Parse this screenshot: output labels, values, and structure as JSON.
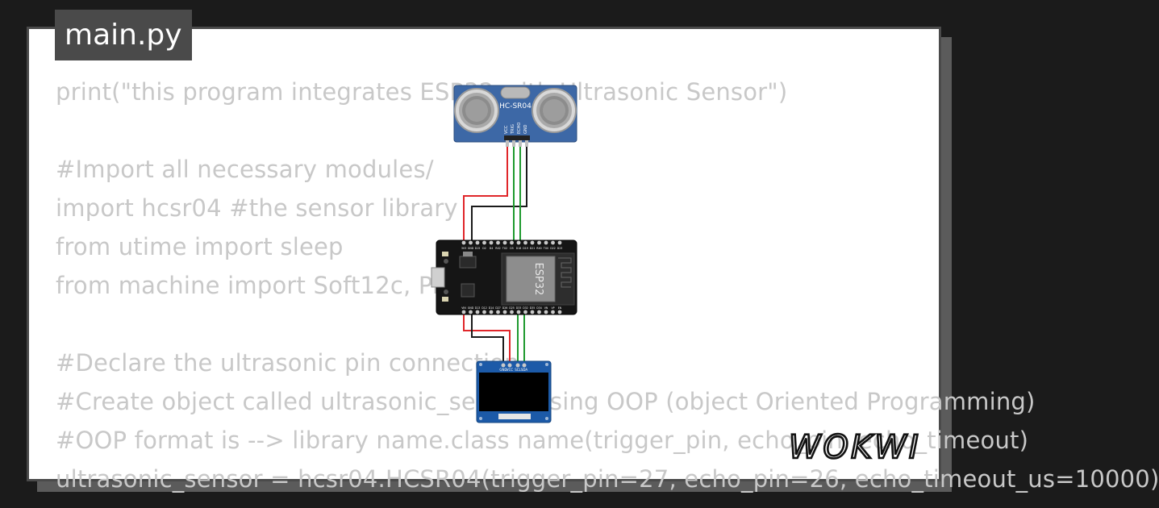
{
  "tab": {
    "title": "main.py"
  },
  "code_lines": [
    "print(\"this program integrates ESP32 with Ultrasonic Sensor\")",
    "",
    "#Import all necessary modules/",
    "import hcsr04 #the sensor library",
    "from utime import sleep",
    "from machine import Soft12c, Pin",
    "",
    "#Declare the ultrasonic pin connection",
    "#Create object called ultrasonic_sensor using OOP (object Oriented Programming)",
    "#OOP format is --> library name.class name(trigger_pin, echo_pin, echo_timeout)",
    "ultrasonic_sensor = hcsr04.HCSR04(trigger_pin=27, echo_pin=26, echo_timeout_us=10000)"
  ],
  "sensor": {
    "label": "HC-SR04",
    "pins": [
      "VCC",
      "TRIG",
      "ECHO",
      "GND"
    ]
  },
  "board": {
    "chip_label": "ESP32",
    "top_pins": [
      "3V3",
      "GND",
      "D15",
      "D2",
      "D4",
      "RX2",
      "TX2",
      "D5",
      "D18",
      "D19",
      "D21",
      "RX0",
      "TX0",
      "D22",
      "D23"
    ],
    "bottom_pins": [
      "VIN",
      "GND",
      "D13",
      "D12",
      "D14",
      "D27",
      "D26",
      "D25",
      "D33",
      "D32",
      "D35",
      "D34",
      "VN",
      "VP",
      "EN"
    ]
  },
  "display": {
    "pins": [
      "GND",
      "VCC",
      "SCL",
      "SDA"
    ]
  },
  "brand": {
    "logo_text": "WOKWI"
  },
  "colors": {
    "wire_red": "#e0262a",
    "wire_black": "#1a1a1a",
    "wire_green": "#1f9a2f",
    "sensor_blue": "#3d68a6",
    "board_black": "#151515",
    "oled_blue": "#1c5aa8"
  }
}
